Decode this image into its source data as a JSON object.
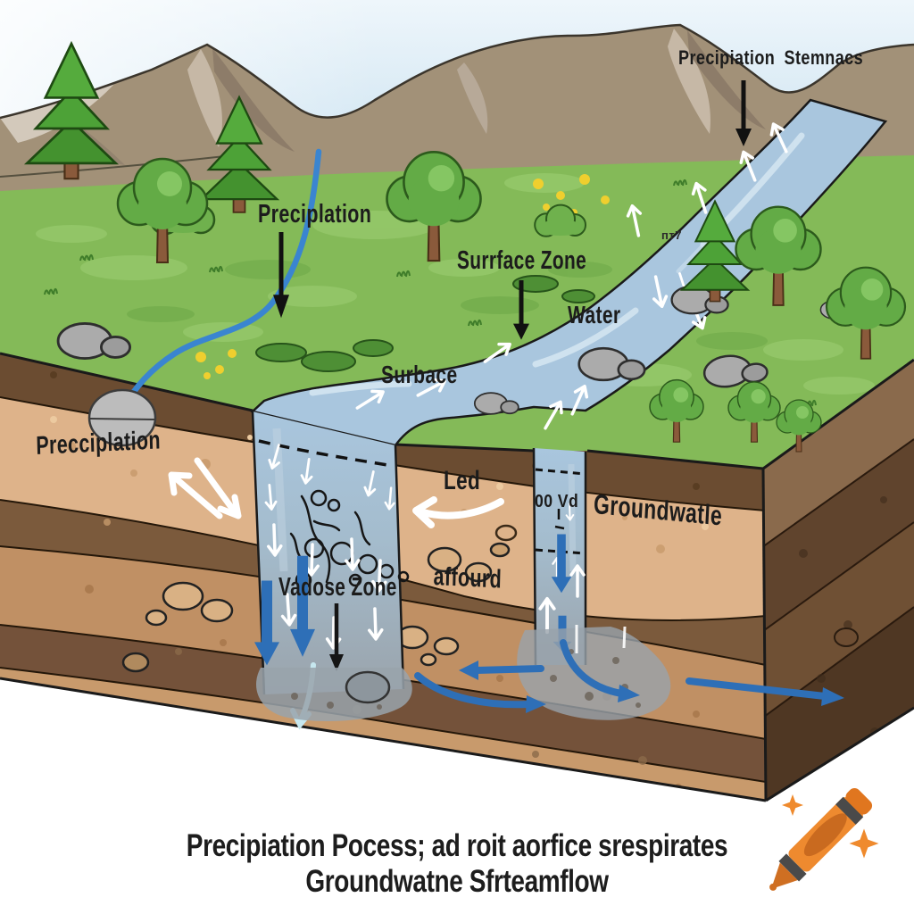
{
  "illustration": {
    "type": "water-cycle-groundwater-cross-section",
    "labels": {
      "precipitation_streams": "Precipiation Stemnacs",
      "precipitation_upper": "Preciplation",
      "surface_zone": "Surrface Zone",
      "water": "Water",
      "surface_stream": "Surbace",
      "precipitation_underground": "Precciplation",
      "led": "Led",
      "vd": "00 Vd",
      "groundwater": "Groundwatle",
      "vadose_zone": "Vadose Zone",
      "affourd": "affourd",
      "stream_marks": "пт7"
    },
    "caption": {
      "line1": "Precipiation Pocess; ad roit aorfice srespirates",
      "line2": "Groundwatne Sfrteamflow"
    },
    "icons": [
      "crayon-icon",
      "sparkle-icon"
    ],
    "colors": {
      "sky": "#cfe6f4",
      "mountain": "#a29178",
      "grass": "#84ba58",
      "stream_water": "#a9c6de",
      "soil_tan": "#deb38a",
      "soil_dark_brown": "#6b4c31",
      "flow_arrow_blue": "#2e6fb7",
      "label_text": "#1c1c1c",
      "crayon_orange": "#ee8a2f"
    }
  }
}
